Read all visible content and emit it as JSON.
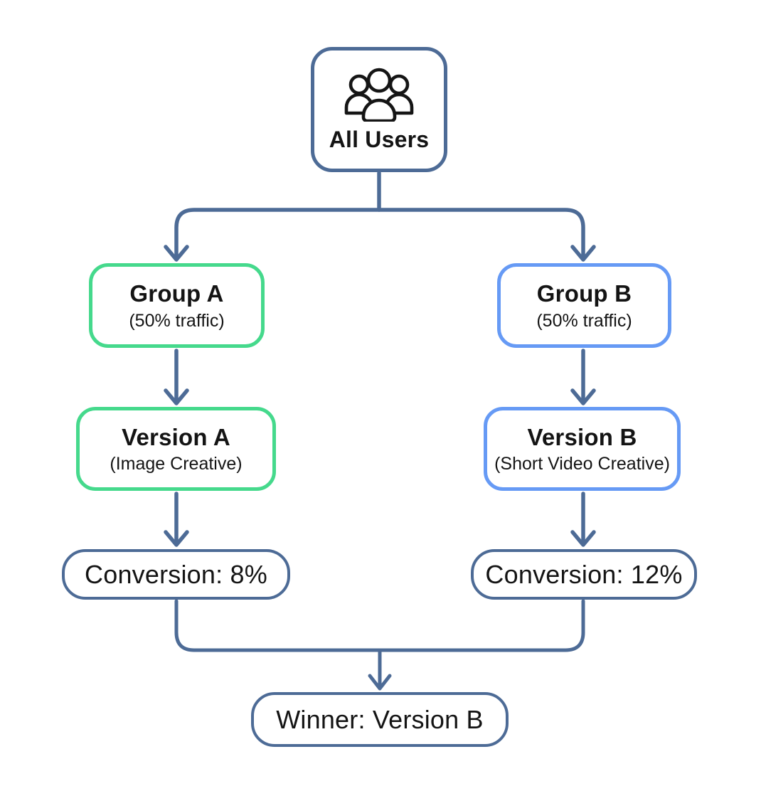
{
  "diagram": {
    "nodes": {
      "all_users": {
        "label": "All Users",
        "icon": "users-group-icon"
      },
      "group_a": {
        "title": "Group A",
        "subtitle": "(50% traffic)"
      },
      "group_b": {
        "title": "Group B",
        "subtitle": "(50% traffic)"
      },
      "version_a": {
        "title": "Version A",
        "subtitle": "(Image Creative)"
      },
      "version_b": {
        "title": "Version B",
        "subtitle": "(Short Video Creative)"
      },
      "conversion_a": {
        "label": "Conversion: 8%"
      },
      "conversion_b": {
        "label": "Conversion: 12%"
      },
      "winner": {
        "label": "Winner: Version B"
      }
    },
    "colors": {
      "connector": "#4d6b96",
      "slate_border": "#4d6b96",
      "green_border": "#45d98c",
      "blue_border": "#669af5",
      "node_fill": "#ffffff",
      "text": "#141414",
      "icon_stroke": "#151515",
      "background": "#ffffff"
    }
  }
}
